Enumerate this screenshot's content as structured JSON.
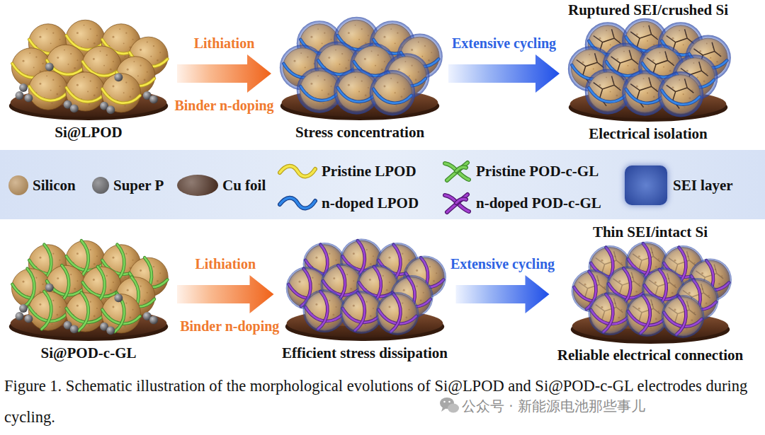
{
  "diagram": {
    "caption": "Figure 1. Schematic illustration of the morphological evolutions of Si@LPOD and Si@POD-c-GL electrodes during cycling.",
    "nodes": [
      {
        "text": [
          "Si@LPOD"
        ]
      },
      {
        "text": [
          "Stress concentration"
        ]
      },
      {
        "text": [
          "Ruptured SEI/crushed Si",
          "Electrical isolation"
        ]
      },
      {
        "text": [
          "Si@POD-c-GL"
        ]
      },
      {
        "text": [
          "Efficient stress dissipation"
        ]
      },
      {
        "text": [
          "Thin SEI/intact Si",
          "Reliable electrical connection"
        ]
      }
    ],
    "edges": [
      {
        "from": 0,
        "to": 1,
        "arrow": "to",
        "label": "Lithiation"
      },
      {
        "from": 1,
        "to": 2,
        "arrow": "to",
        "label": "Extensive cycling"
      },
      {
        "from": 3,
        "to": 4,
        "arrow": "to",
        "label": "Lithiation"
      },
      {
        "from": 4,
        "to": 5,
        "arrow": "to",
        "label": "Extensive cycling"
      }
    ],
    "labels": [
      "Binder n-doping",
      "Binder n-doping",
      "公众号 · 新能源电池那些事儿"
    ],
    "legend": [
      {
        "text": "Silicon",
        "color": "#b98d55"
      },
      {
        "text": "Super P",
        "color": "#5f5f63"
      },
      {
        "text": "Cu foil",
        "color": "#4b2b1c"
      },
      {
        "text": "Pristine LPOD"
      },
      {
        "text": "n-doped LPOD"
      },
      {
        "text": "Pristine POD-c-GL"
      },
      {
        "text": "n-doped POD-c-GL"
      },
      {
        "text": "SEI layer",
        "color": "#2f4fa8"
      }
    ]
  }
}
